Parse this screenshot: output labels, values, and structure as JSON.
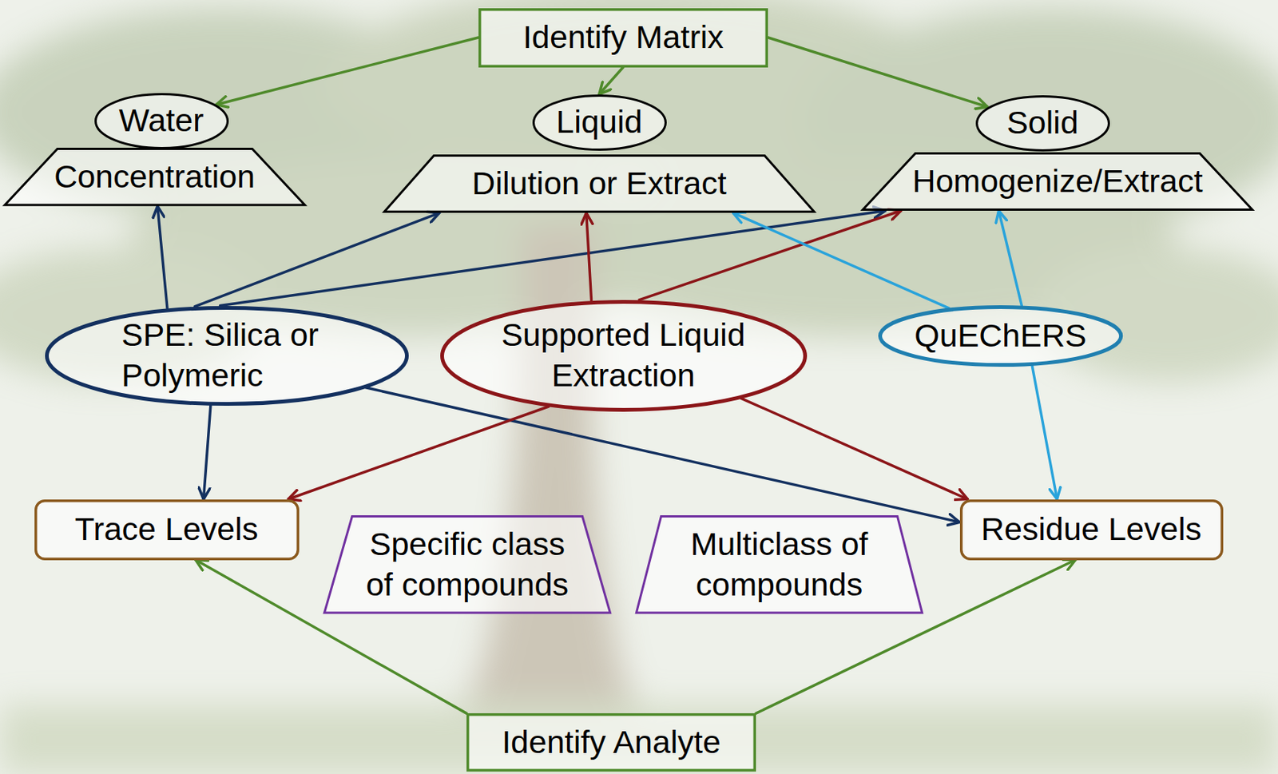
{
  "diagram": {
    "nodes": [
      {
        "text": [
          "Identify Matrix"
        ]
      },
      {
        "text": [
          "Water"
        ]
      },
      {
        "text": [
          "Liquid"
        ]
      },
      {
        "text": [
          "Solid"
        ]
      },
      {
        "text": [
          "Concentration"
        ]
      },
      {
        "text": [
          "Dilution or Extract"
        ]
      },
      {
        "text": [
          "Homogenize/Extract"
        ]
      },
      {
        "text": [
          "SPE: Silica or Polymeric"
        ]
      },
      {
        "text": [
          "Supported Liquid Extraction"
        ]
      },
      {
        "text": [
          "QuEChERS"
        ]
      },
      {
        "text": [
          "Trace Levels"
        ]
      },
      {
        "text": [
          "Specific class of compounds"
        ]
      },
      {
        "text": [
          "Multiclass of compounds"
        ]
      },
      {
        "text": [
          "Residue Levels"
        ]
      },
      {
        "text": [
          "Identify Analyte"
        ]
      }
    ],
    "edges": [
      {
        "from": 0,
        "to": 1,
        "arrow": "to"
      },
      {
        "from": 0,
        "to": 2,
        "arrow": "to"
      },
      {
        "from": 0,
        "to": 3,
        "arrow": "to"
      },
      {
        "from": 7,
        "to": 4,
        "arrow": "to"
      },
      {
        "from": 7,
        "to": 5,
        "arrow": "to"
      },
      {
        "from": 7,
        "to": 6,
        "arrow": "to"
      },
      {
        "from": 7,
        "to": 10,
        "arrow": "to"
      },
      {
        "from": 7,
        "to": 13,
        "arrow": "to"
      },
      {
        "from": 8,
        "to": 5,
        "arrow": "to"
      },
      {
        "from": 8,
        "to": 6,
        "arrow": "to"
      },
      {
        "from": 8,
        "to": 10,
        "arrow": "to"
      },
      {
        "from": 8,
        "to": 13,
        "arrow": "to"
      },
      {
        "from": 9,
        "to": 5,
        "arrow": "to"
      },
      {
        "from": 9,
        "to": 6,
        "arrow": "to"
      },
      {
        "from": 9,
        "to": 13,
        "arrow": "to"
      },
      {
        "from": 14,
        "to": 10,
        "arrow": "to"
      },
      {
        "from": 14,
        "to": 13,
        "arrow": "to"
      }
    ]
  }
}
